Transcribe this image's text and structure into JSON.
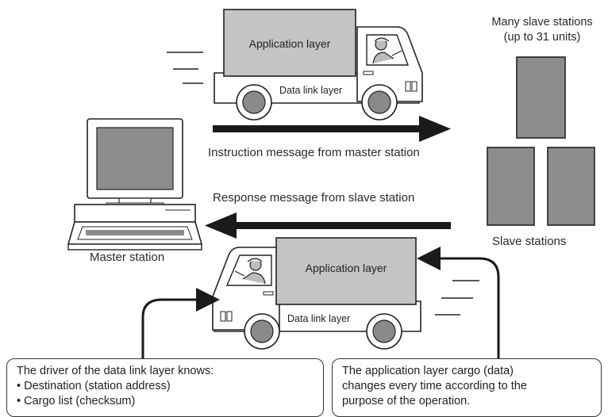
{
  "truck_top": {
    "cargo": "Application layer",
    "base": "Data link layer"
  },
  "truck_bottom": {
    "cargo": "Application layer",
    "base": "Data link layer"
  },
  "arrows": {
    "instruction": "Instruction message from master station",
    "response": "Response message from slave station"
  },
  "slaves": {
    "title_line1": "Many slave stations",
    "title_line2": "(up to 31 units)",
    "label": "Slave stations"
  },
  "master": {
    "label": "Master station"
  },
  "notes": {
    "left": {
      "title": "The driver of the data link layer knows:",
      "items": [
        "• Destination (station address)",
        "• Cargo list (checksum)"
      ]
    },
    "right": {
      "lines": [
        "The application layer cargo (data)",
        "changes every time according to the",
        "purpose of the operation."
      ]
    }
  }
}
